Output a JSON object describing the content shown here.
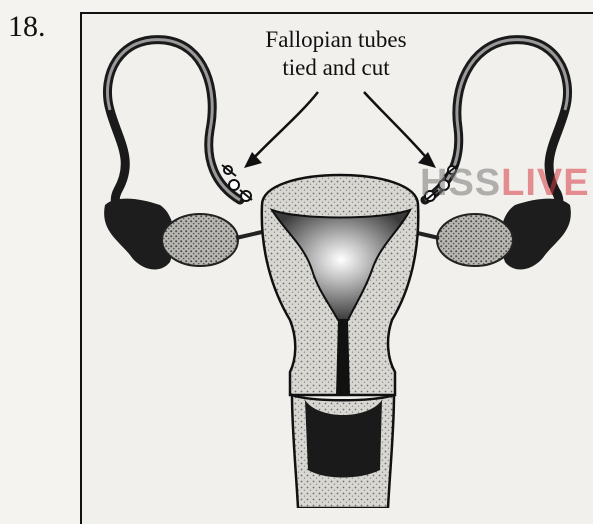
{
  "question_number": "18.",
  "caption": {
    "line1": "Fallopian tubes",
    "line2": "tied and cut"
  },
  "watermark": {
    "prefix": "HSS",
    "suffix": "LIVE"
  }
}
